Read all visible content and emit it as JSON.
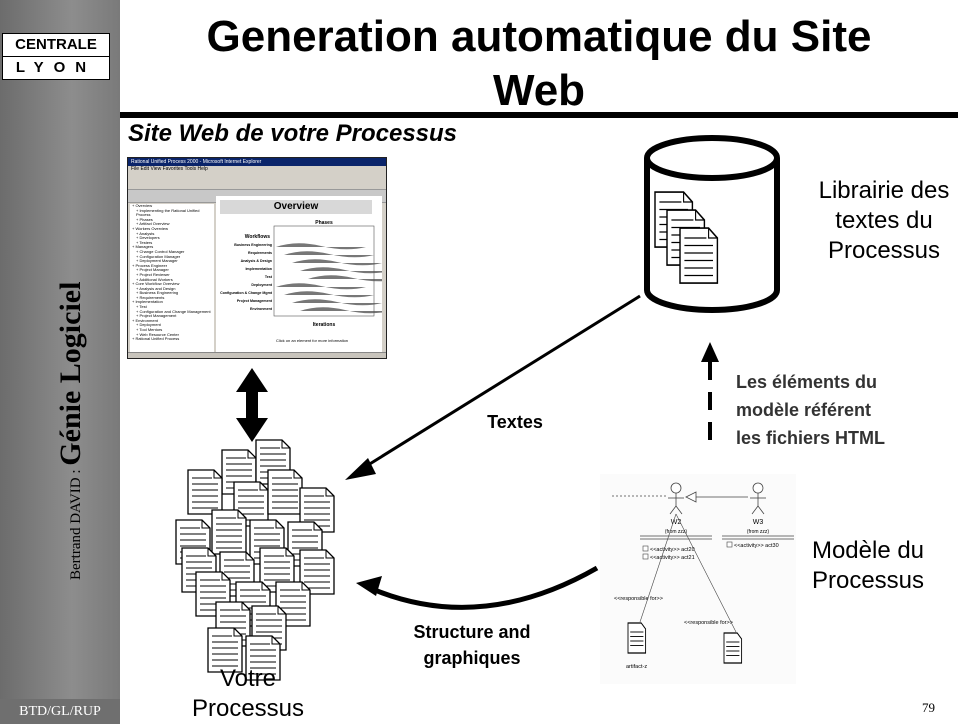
{
  "sidebar": {
    "logo_line1": "CENTRALE",
    "logo_line2": "LYON",
    "author_prefix": "Bertrand DAVID : ",
    "author_main": "Génie Logiciel",
    "footer": "BTD/GL/RUP"
  },
  "slide": {
    "title_line1": "Generation automatique du Site",
    "title_line2": "Web",
    "subtitle": "Site Web de votre Processus",
    "page_number": "79"
  },
  "library": {
    "label_line1": "Librairie des",
    "label_line2": "textes du",
    "label_line3": "Processus"
  },
  "model": {
    "label_line1": "Modèle du",
    "label_line2": "Processus",
    "actor1": "W2",
    "actor1_from": "(from zzz)",
    "actor2": "W3",
    "actor2_from": "(from zzz)",
    "activity1": "<<activity>> act20",
    "activity2": "<<activity>> act21",
    "activity3": "<<activity>> act30",
    "responsible1": "<<responsible for>>",
    "responsible2": "<<responsible for>>",
    "artifact": "artifact-z"
  },
  "process": {
    "label_line1": "Votre",
    "label_line2": "Processus"
  },
  "arrows": {
    "textes": "Textes",
    "structure_line1": "Structure and",
    "structure_line2": "graphiques",
    "elements_line1": "Les éléments du",
    "elements_line2": "modèle référent",
    "elements_line3": "les fichiers HTML"
  },
  "browser": {
    "titlebar": "Rational Unified Process 2000 - Microsoft Internet Explorer",
    "menu": "File  Edit  View  Favorites  Tools  Help",
    "overview": "Overview",
    "phases": "Phases",
    "workflows": "Workflows",
    "iterations": "Iterations",
    "hint": "Click on an element for more information",
    "workflow_rows": [
      "Business Engineering",
      "Requirements",
      "Analysis & Design",
      "Implementation",
      "Test",
      "Deployment",
      "Configuration & Change Mgmt",
      "Project Management",
      "Environment"
    ],
    "tree_items": [
      "Overview",
      "Implementing the Rational Unified Process",
      "Phases",
      "Artifact Overview",
      "Workers Overview",
      "Analysts",
      "Developers",
      "Testers",
      "Managers",
      "Change Control Manager",
      "Configuration Manager",
      "Deployment Manager",
      "Process Engineer",
      "Project Manager",
      "Project Reviewer",
      "Additional Workers",
      "Core Workflow Overview",
      "Analysis and Design",
      "Business Engineering",
      "Requirements",
      "Implementation",
      "Test",
      "Configuration and Change Management",
      "Project Management",
      "Environment",
      "Deployment",
      "Tool Mentors",
      "Web Resource Center",
      "Rational Unified Process"
    ]
  }
}
